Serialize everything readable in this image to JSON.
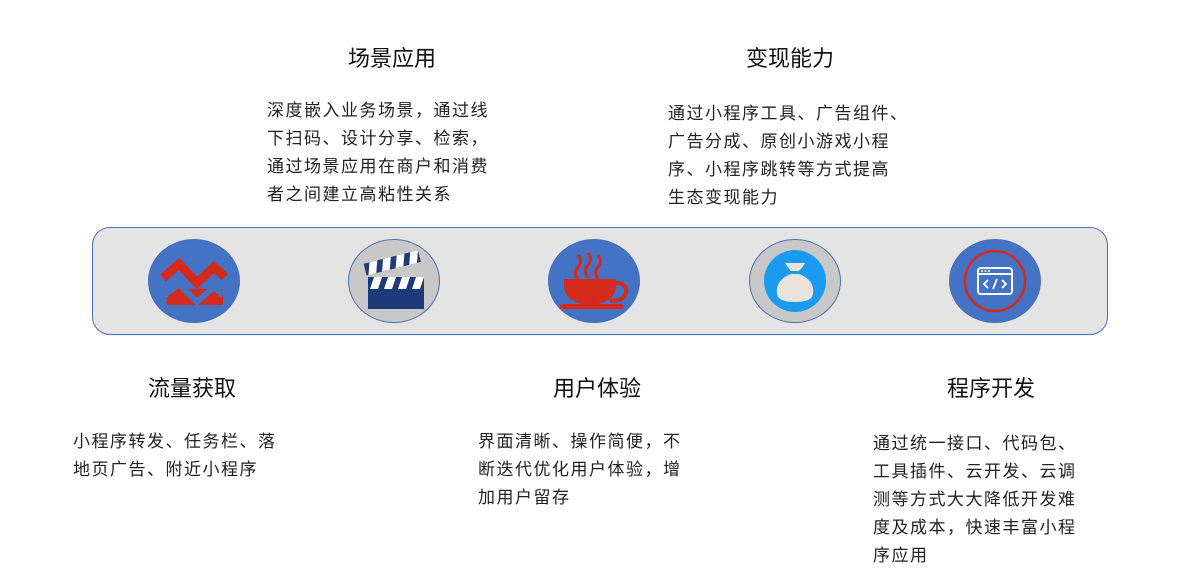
{
  "colors": {
    "band_bg": "#e4e4e4",
    "band_border": "#4a6fb3",
    "circle_blue": "#4472c4",
    "circle_gray": "#c8c8c8",
    "icon_red": "#d32a1c",
    "icon_navy": "#1f3a78",
    "icon_light_blue": "#1a9af0"
  },
  "features": [
    {
      "title": "流量获取",
      "description": "小程序转发、任务栏、落\n地页广告、附近小程序",
      "icon": "trending-chart-icon"
    },
    {
      "title": "场景应用",
      "description": "深度嵌入业务场景，通过线\n下扫码、设计分享、检索，\n通过场景应用在商户和消费\n者之间建立高粘性关系",
      "icon": "clapperboard-icon"
    },
    {
      "title": "用户体验",
      "description": "界面清晰、操作简便，不\n断迭代优化用户体验，增\n加用户留存",
      "icon": "coffee-cup-icon"
    },
    {
      "title": "变现能力",
      "description": "通过小程序工具、广告组件、\n广告分成、原创小游戏小程\n序、小程序跳转等方式提高\n生态变现能力",
      "icon": "money-bag-icon"
    },
    {
      "title": "程序开发",
      "description": "通过统一接口、代码包、\n工具插件、云开发、云调\n测等方式大大降低开发难\n度及成本，快速丰富小程\n序应用",
      "icon": "code-window-icon"
    }
  ]
}
